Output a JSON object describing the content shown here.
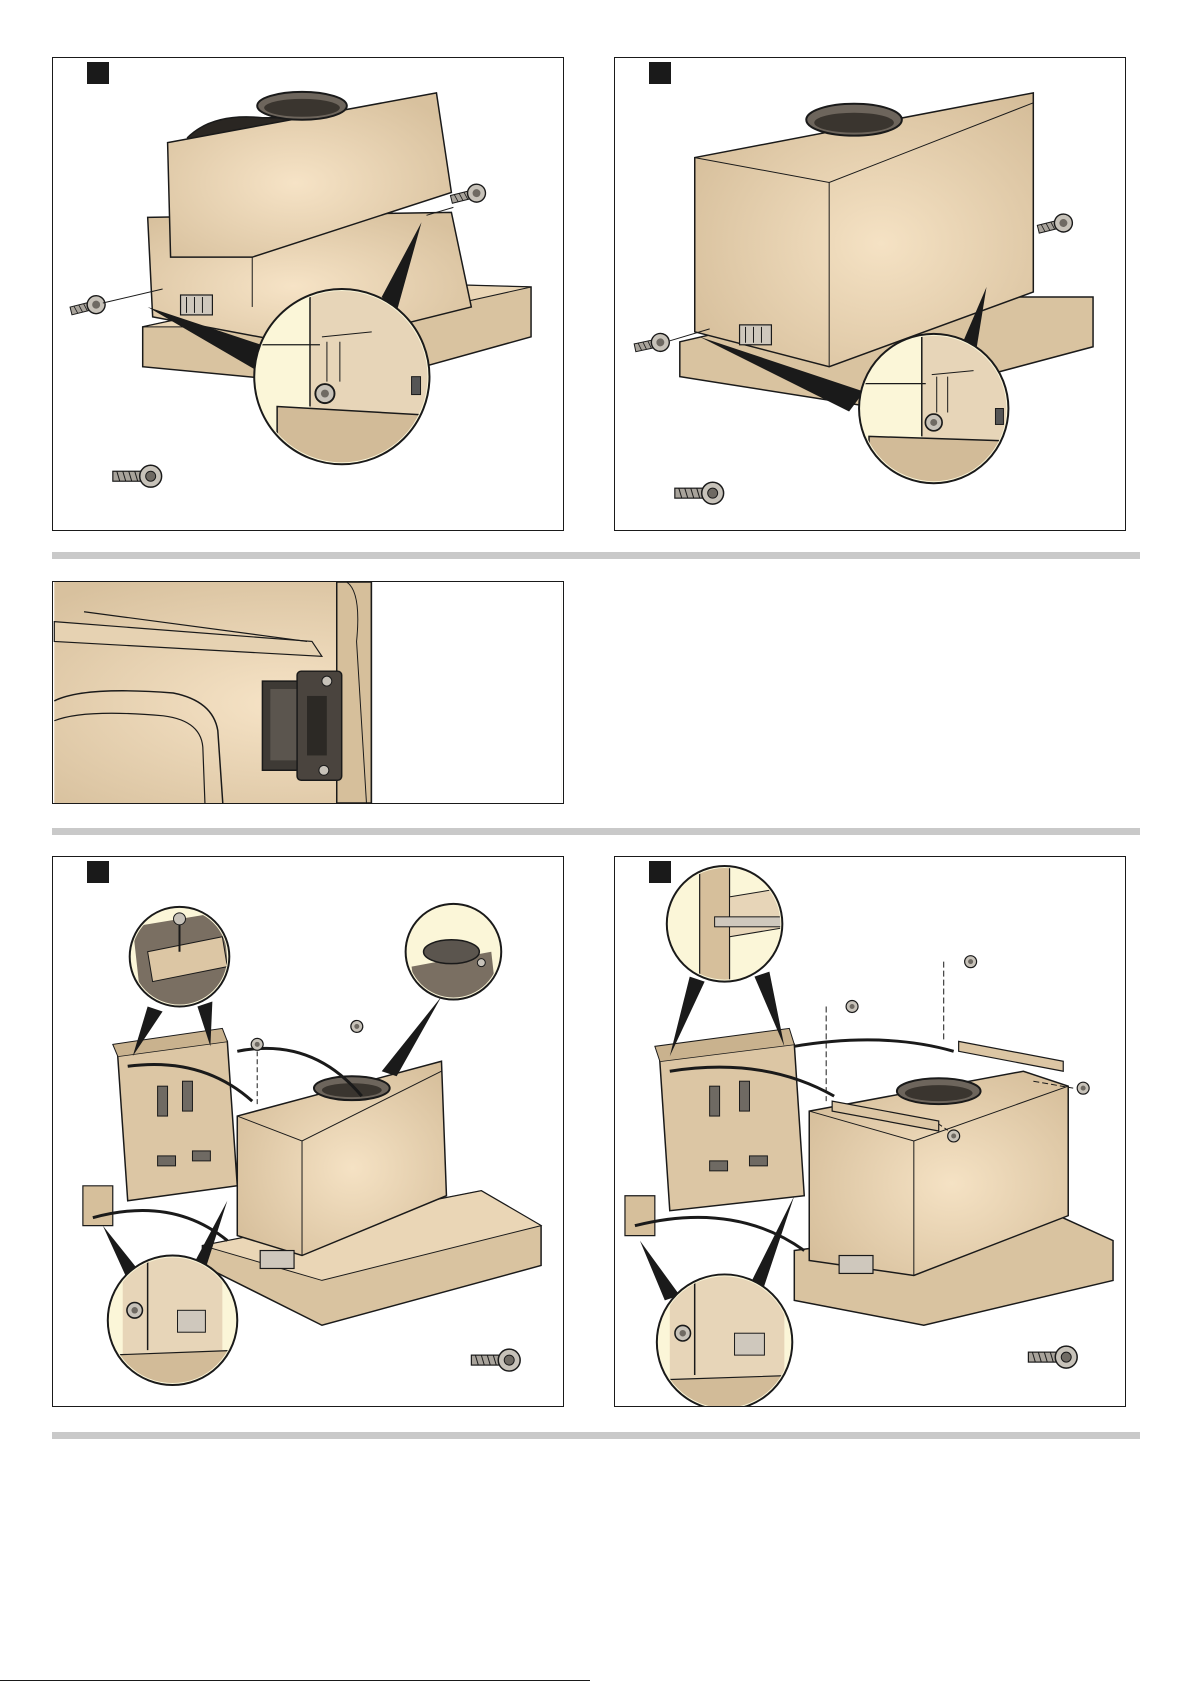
{
  "colors": {
    "body": "#dcc6a4",
    "body_light": "#f0dcc0",
    "body_dark": "#b89d78",
    "outline": "#1a1a1a",
    "zoom_fill": "#fbf6d8",
    "rule": "#c9c9c9",
    "marker": "#1a1a1a"
  },
  "panels": [
    {
      "id": "step-a",
      "has_marker": true
    },
    {
      "id": "step-b",
      "has_marker": true
    },
    {
      "id": "detail-c",
      "has_marker": false
    },
    {
      "id": "step-d",
      "has_marker": true
    },
    {
      "id": "step-e",
      "has_marker": true
    }
  ],
  "icons": [
    "screw-icon",
    "zoom-callout-icon",
    "step-marker-icon"
  ],
  "footer": {
    "page_number": ""
  }
}
